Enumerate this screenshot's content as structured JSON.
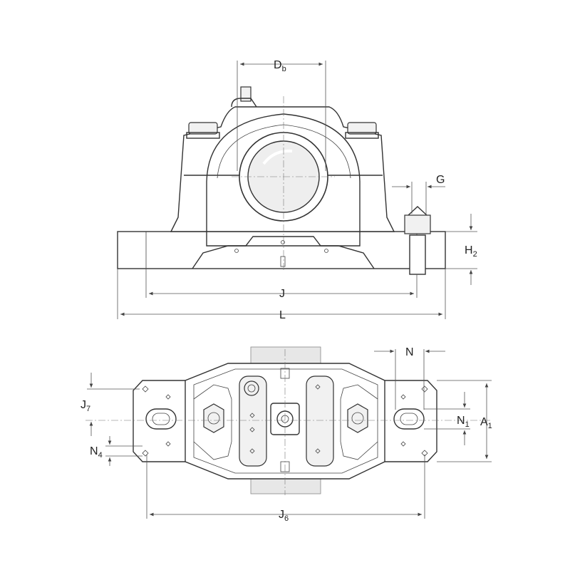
{
  "labels": {
    "db": {
      "main": "D",
      "sub": "b"
    },
    "g": {
      "main": "G"
    },
    "h2": {
      "main": "H",
      "sub": "2"
    },
    "j": {
      "main": "J"
    },
    "l": {
      "main": "L"
    },
    "n": {
      "main": "N"
    },
    "j7": {
      "main": "J",
      "sub": "7"
    },
    "n1": {
      "main": "N",
      "sub": "1"
    },
    "a1": {
      "main": "A",
      "sub": "1"
    },
    "n4": {
      "main": "N",
      "sub": "4"
    },
    "j6": {
      "main": "J",
      "sub": "6"
    }
  },
  "colors": {
    "line": "#333333",
    "shaft": "#e7e7e7",
    "bore": "#eeeeee"
  }
}
